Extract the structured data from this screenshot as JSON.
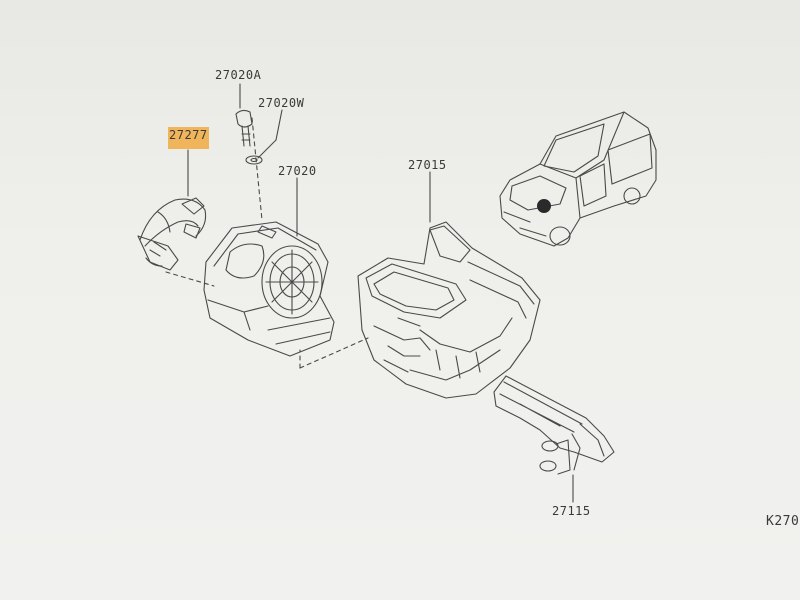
{
  "callouts": {
    "part_27020A": "27020A",
    "part_27020W": "27020W",
    "part_27277": "27277",
    "part_27020": "27020",
    "part_27015": "27015",
    "part_27115": "27115"
  },
  "footer_code": "K270",
  "highlight_color": "#f0b45a"
}
